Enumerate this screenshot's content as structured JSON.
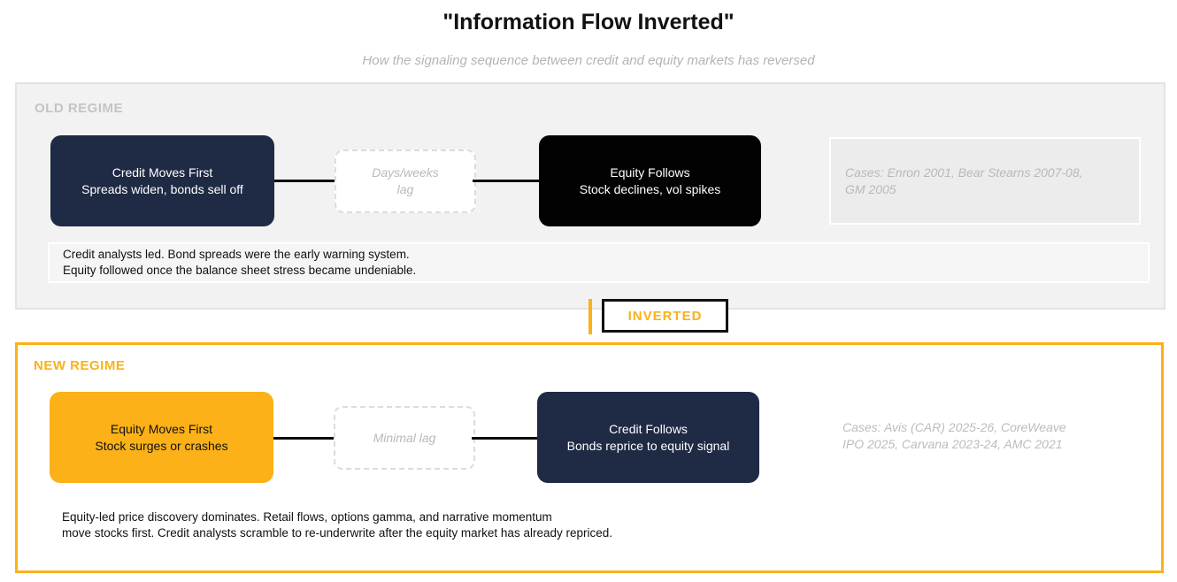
{
  "header": {
    "title": "\"Information Flow Inverted\"",
    "subtitle": "How the signaling sequence between credit and equity markets has reversed"
  },
  "old_regime": {
    "label": "OLD REGIME",
    "first_node": {
      "title": "Credit Moves First",
      "subtitle": "Spreads widen, bonds sell off"
    },
    "lag_node": {
      "line1": "Days/weeks",
      "line2": "lag"
    },
    "second_node": {
      "title": "Equity Follows",
      "subtitle": "Stock declines, vol spikes"
    },
    "cases": {
      "line1": "Cases: Enron 2001, Bear Stearns 2007-08,",
      "line2": "GM 2005"
    },
    "description": {
      "line1": "Credit analysts led. Bond spreads were the early warning system.",
      "line2": "Equity followed once the balance sheet stress became undeniable."
    }
  },
  "divider": {
    "label": "INVERTED"
  },
  "new_regime": {
    "label": "NEW REGIME",
    "first_node": {
      "title": "Equity Moves First",
      "subtitle": "Stock surges or crashes"
    },
    "lag_node": {
      "line1": "Minimal lag"
    },
    "second_node": {
      "title": "Credit Follows",
      "subtitle": "Bonds reprice to equity signal"
    },
    "cases": {
      "line1": "Cases: Avis (CAR) 2025-26, CoreWeave",
      "line2": "IPO 2025, Carvana 2023-24, AMC 2021"
    },
    "description": {
      "line1": "Equity-led price discovery dominates. Retail flows, options gamma, and narrative momentum",
      "line2": "move stocks first. Credit analysts scramble to re-underwrite after the equity market has already repriced."
    }
  },
  "colors": {
    "navy": "#1f2a44",
    "black_node": "#020202",
    "amber": "#fbb117",
    "panel_gray": "#f2f2f2",
    "muted_text": "#b9b9b9"
  }
}
